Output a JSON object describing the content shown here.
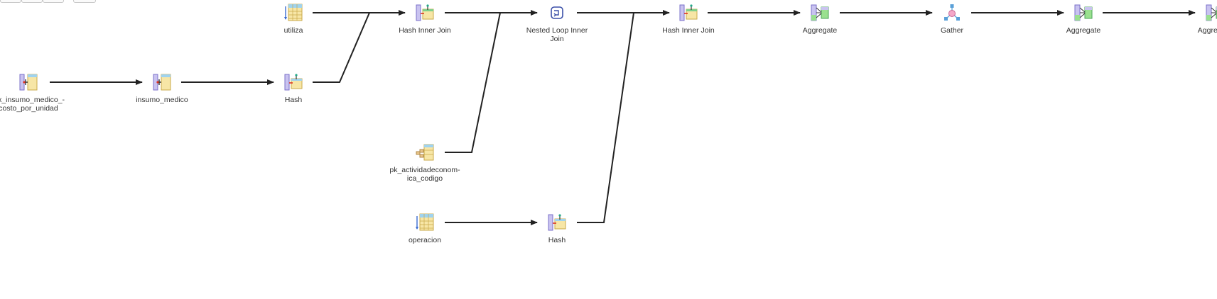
{
  "nodes": {
    "idx_costo": {
      "label": "idx_insumo_medico_-\ncosto_por_unidad",
      "icon": "index-scan-icon"
    },
    "insumo_medico": {
      "label": "insumo_medico",
      "icon": "index-scan-icon"
    },
    "hash1": {
      "label": "Hash",
      "icon": "hash-icon"
    },
    "utiliza": {
      "label": "utiliza",
      "icon": "table-scan-icon"
    },
    "hash_join1": {
      "label": "Hash Inner Join",
      "icon": "hash-join-icon"
    },
    "pk_actividad": {
      "label": "pk_actividadeconom-\nica_codigo",
      "icon": "index-only-scan-icon"
    },
    "nested_loop": {
      "label": "Nested Loop Inner\nJoin",
      "icon": "nested-loop-icon"
    },
    "operacion": {
      "label": "operacion",
      "icon": "table-scan-icon"
    },
    "hash2": {
      "label": "Hash",
      "icon": "hash-icon"
    },
    "hash_join2": {
      "label": "Hash Inner Join",
      "icon": "hash-join-icon"
    },
    "aggregate1": {
      "label": "Aggregate",
      "icon": "aggregate-icon"
    },
    "gather": {
      "label": "Gather",
      "icon": "gather-icon"
    },
    "aggregate2": {
      "label": "Aggregate",
      "icon": "aggregate-icon"
    },
    "aggregate3": {
      "label": "Aggregate",
      "icon": "aggregate-icon"
    }
  },
  "colors": {
    "edge": "#222222",
    "label": "#333333"
  }
}
